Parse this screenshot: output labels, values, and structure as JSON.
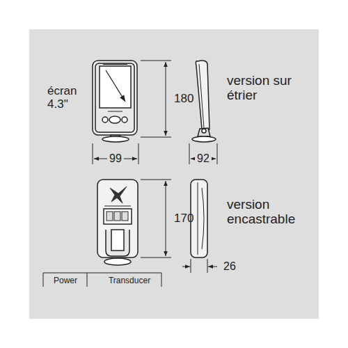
{
  "diagram": {
    "labels": [
      "écran 4.3\"",
      "180",
      "version sur étrier",
      "99",
      "92",
      "170",
      "version encastrable",
      "26",
      "Power",
      "Transducer"
    ]
  }
}
